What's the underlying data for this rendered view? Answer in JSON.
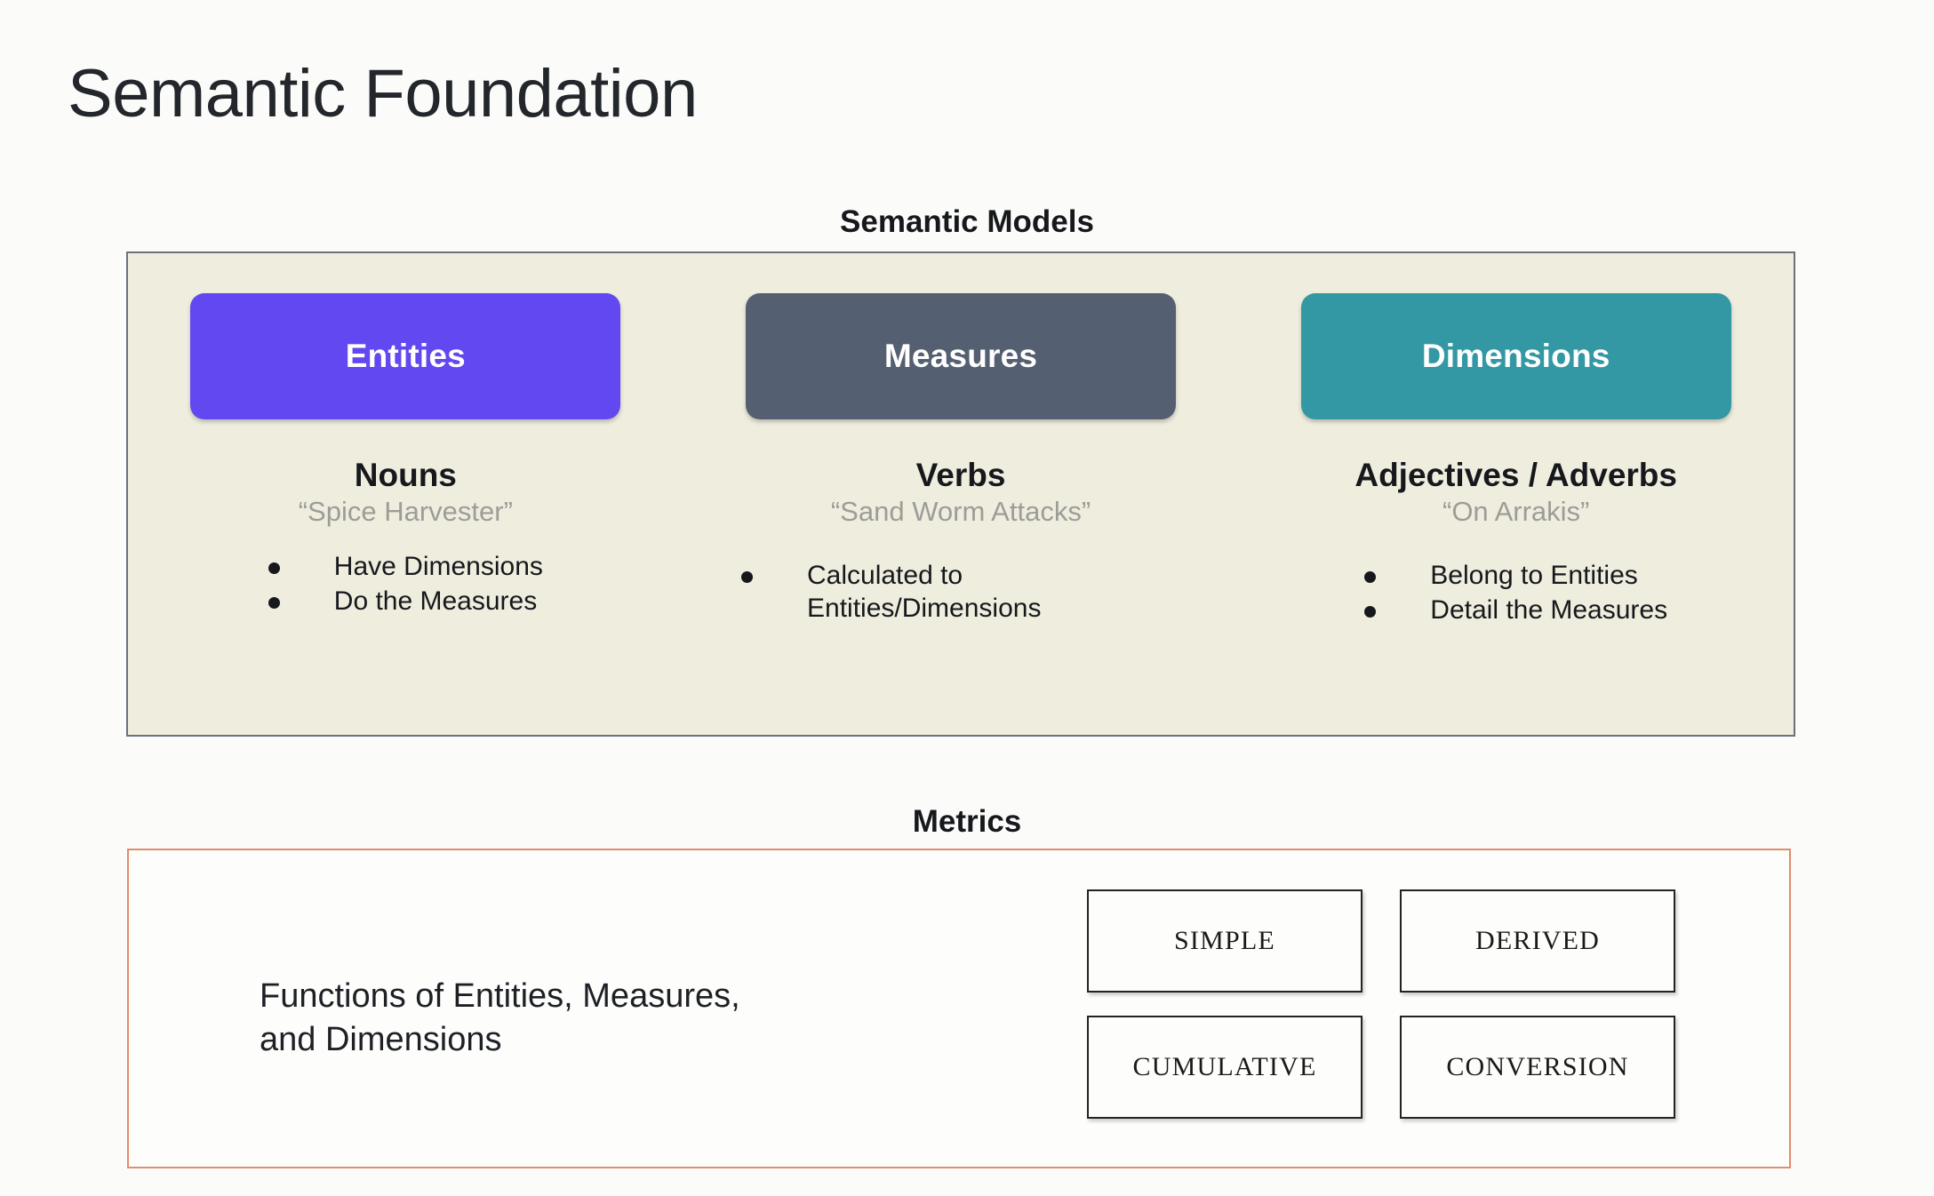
{
  "slide": {
    "title": "Semantic Foundation",
    "background_color": "#fbfcfa"
  },
  "semantic_models": {
    "caption": "Semantic Models",
    "panel_background_color": "#efedde",
    "panel_border_color": "#6a7280",
    "columns": [
      {
        "chip_label": "Entities",
        "chip_color": "#6248f0",
        "part_of_speech": "Nouns",
        "example": "“Spice Harvester”",
        "bullets": [
          "Have Dimensions",
          "Do the Measures"
        ]
      },
      {
        "chip_label": "Measures",
        "chip_color": "#555f72",
        "part_of_speech": "Verbs",
        "example": "“Sand Worm Attacks”",
        "bullets": [
          "Calculated to Entities/Dimensions"
        ]
      },
      {
        "chip_label": "Dimensions",
        "chip_color": "#3398a4",
        "part_of_speech": "Adjectives / Adverbs",
        "example": "“On Arrakis”",
        "bullets": [
          "Belong to Entities",
          "Detail the Measures"
        ]
      }
    ]
  },
  "metrics": {
    "caption": "Metrics",
    "panel_border_color": "#e08c6e",
    "description": "Functions of Entities, Measures,\nand Dimensions",
    "types": [
      "SIMPLE",
      "DERIVED",
      "CUMULATIVE",
      "CONVERSION"
    ]
  }
}
